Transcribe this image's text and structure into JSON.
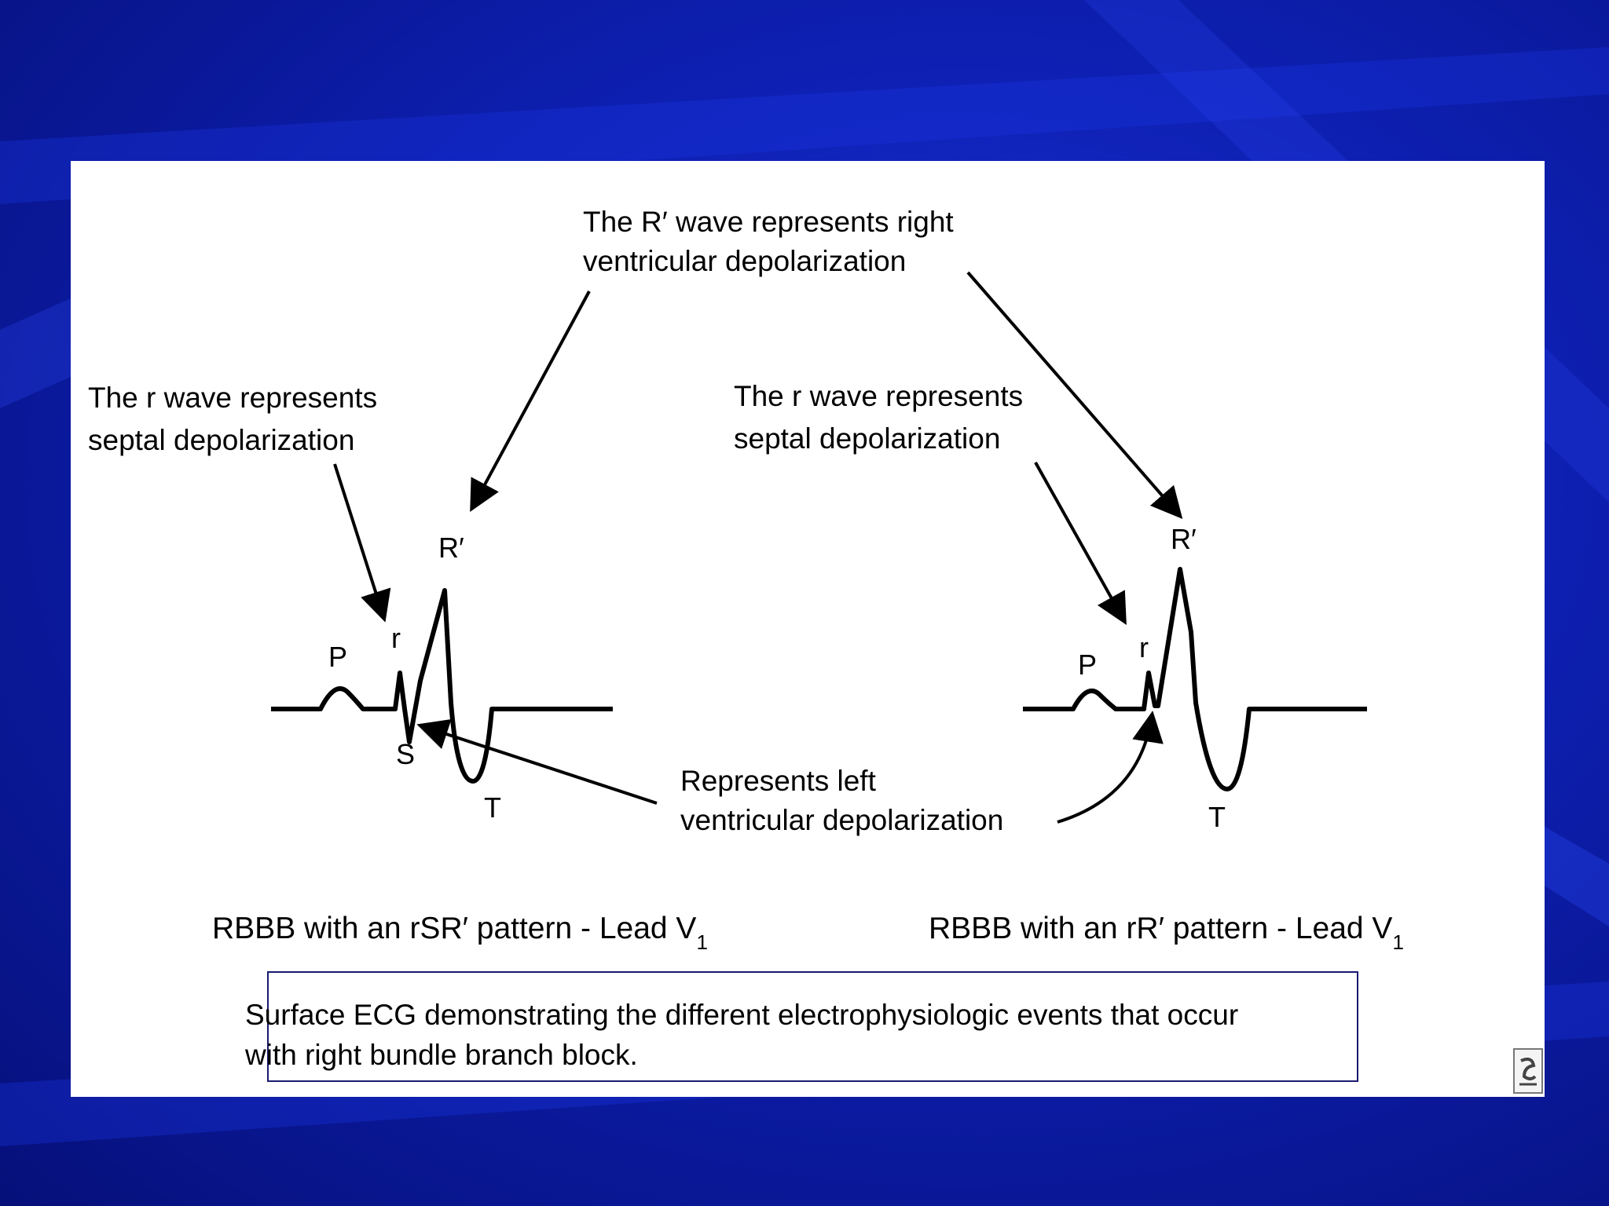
{
  "colors": {
    "background": "#0d1fb0",
    "panel": "#ffffff",
    "ink": "#000000",
    "caption_border": "#1a1a6e"
  },
  "annotations": {
    "r_prime_title_line1": "The R′ wave represents right",
    "r_prime_title_line2": "ventricular depolarization",
    "left_r_line1": "The r wave represents",
    "left_r_line2": "septal depolarization",
    "right_r_line1": "The r wave represents",
    "right_r_line2": "septal depolarization",
    "lv_line1": "Represents left",
    "lv_line2": "ventricular depolarization"
  },
  "left_ecg": {
    "P": "P",
    "r": "r",
    "R_prime": "R′",
    "S": "S",
    "T": "T",
    "caption_main": "RBBB with an rSR′ pattern - Lead V",
    "caption_sub": "1"
  },
  "right_ecg": {
    "P": "P",
    "r": "r",
    "R_prime": "R′",
    "T": "T",
    "caption_main": "RBBB with an rR′ pattern - Lead V",
    "caption_sub": "1"
  },
  "caption": {
    "line1": "Surface ECG demonstrating the different electrophysiologic events that occur",
    "line2": "with right bundle branch block."
  },
  "icons": {
    "corner": "speaker-icon"
  }
}
